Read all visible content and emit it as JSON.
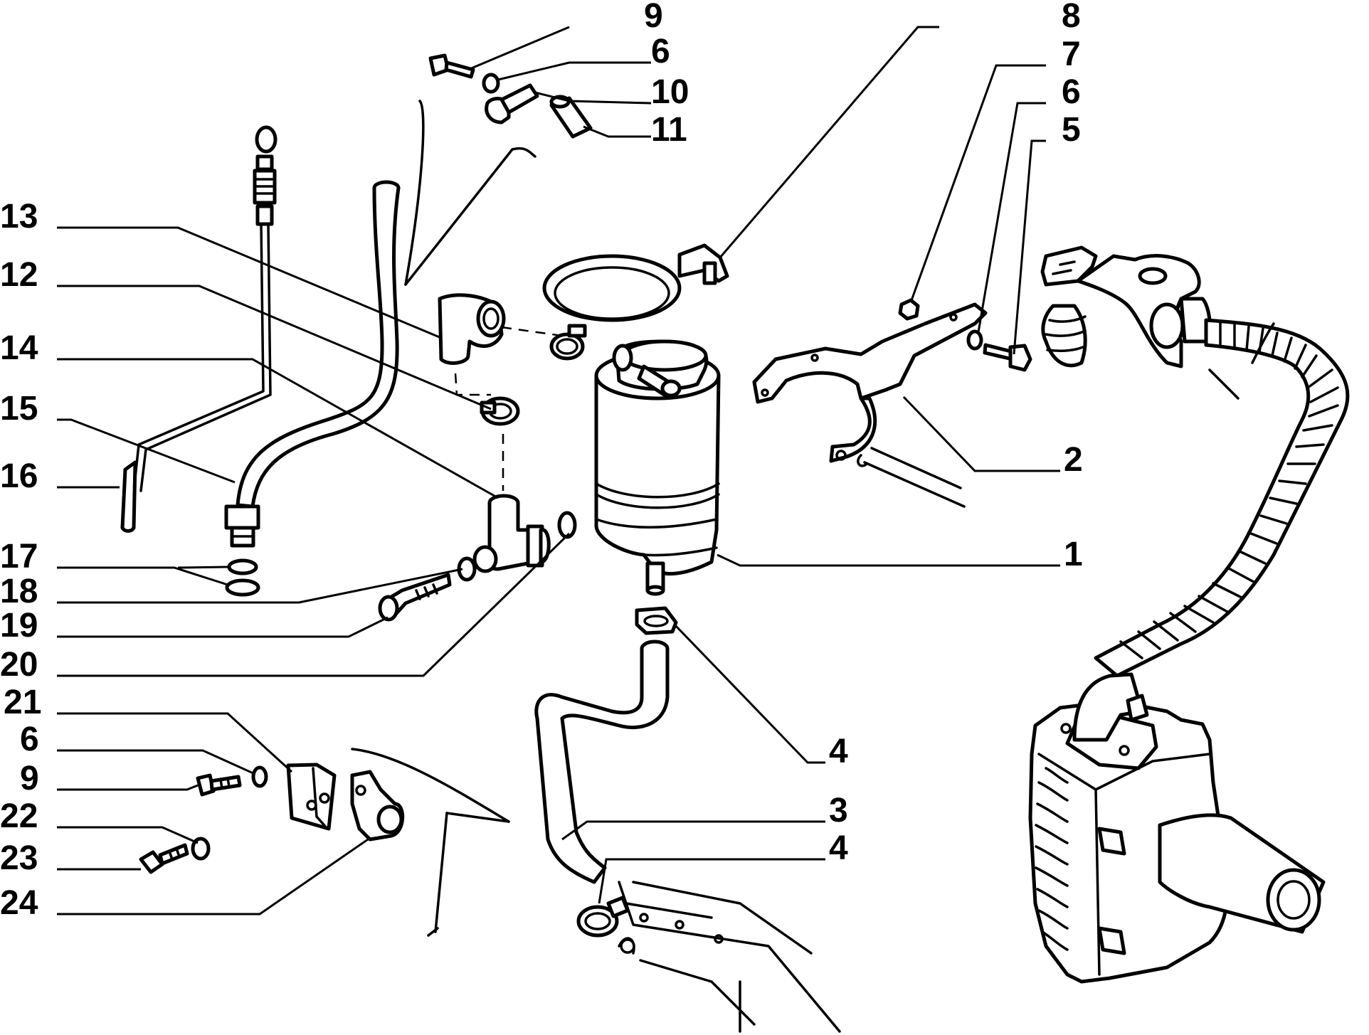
{
  "diagram": {
    "callouts": [
      {
        "id": "c9a",
        "label": "9"
      },
      {
        "id": "c6a",
        "label": "6"
      },
      {
        "id": "c10",
        "label": "10"
      },
      {
        "id": "c11",
        "label": "11"
      },
      {
        "id": "c8",
        "label": "8"
      },
      {
        "id": "c7",
        "label": "7"
      },
      {
        "id": "c6b",
        "label": "6"
      },
      {
        "id": "c5",
        "label": "5"
      },
      {
        "id": "c13",
        "label": "13"
      },
      {
        "id": "c12",
        "label": "12"
      },
      {
        "id": "c14",
        "label": "14"
      },
      {
        "id": "c15",
        "label": "15"
      },
      {
        "id": "c16",
        "label": "16"
      },
      {
        "id": "c17",
        "label": "17"
      },
      {
        "id": "c18",
        "label": "18"
      },
      {
        "id": "c19",
        "label": "19"
      },
      {
        "id": "c20",
        "label": "20"
      },
      {
        "id": "c21",
        "label": "21"
      },
      {
        "id": "c6c",
        "label": "6"
      },
      {
        "id": "c9b",
        "label": "9"
      },
      {
        "id": "c22",
        "label": "22"
      },
      {
        "id": "c23",
        "label": "23"
      },
      {
        "id": "c24",
        "label": "24"
      },
      {
        "id": "c2",
        "label": "2"
      },
      {
        "id": "c1",
        "label": "1"
      },
      {
        "id": "c4a",
        "label": "4"
      },
      {
        "id": "c3",
        "label": "3"
      },
      {
        "id": "c4b",
        "label": "4"
      }
    ]
  }
}
